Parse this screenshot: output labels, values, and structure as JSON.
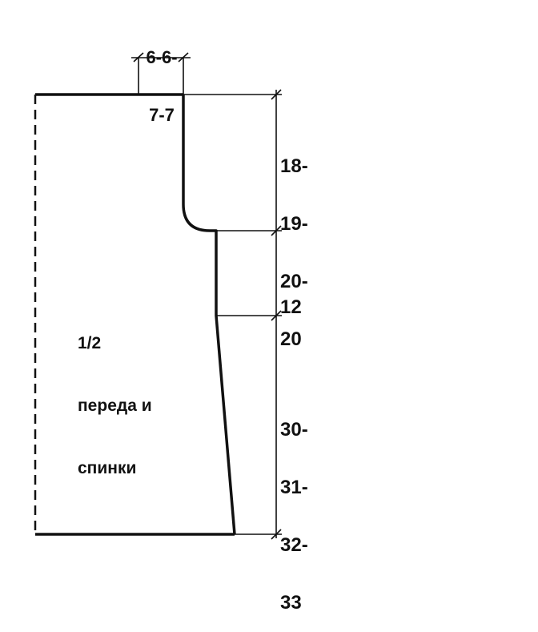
{
  "piece_label": {
    "line1": "1/2",
    "line2": "переда и",
    "line3": "спинки"
  },
  "measurements": {
    "neck_width": {
      "line1": "6-6-",
      "line2": "7-7"
    },
    "armhole_height": {
      "line1": "18-",
      "line2": "19-",
      "line3": "20-",
      "line4": "20"
    },
    "middle_height": {
      "line1": "12"
    },
    "lower_height": {
      "line1": "30-",
      "line2": "31-",
      "line3": "32-",
      "line4": "33"
    }
  },
  "colors": {
    "line": "#111111",
    "background": "#ffffff"
  }
}
